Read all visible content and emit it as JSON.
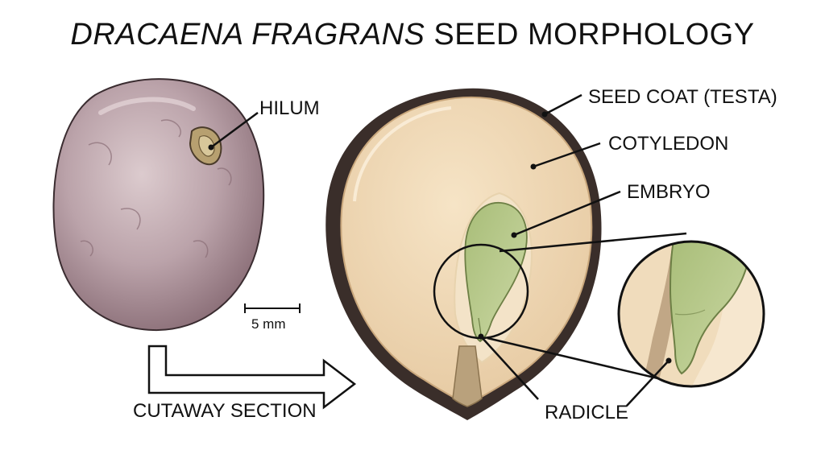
{
  "title": {
    "species": "DRACAENA FRAGRANS",
    "rest": "SEED MORPHOLOGY"
  },
  "labels": {
    "hilum": "HILUM",
    "seed_coat": "SEED COAT (TESTA)",
    "cotyledon": "COTYLEDON",
    "embryo": "EMBRYO",
    "radicle": "RADICLE",
    "cutaway": "CUTAWAY SECTION"
  },
  "scale_bar": {
    "text": "5 mm"
  },
  "colors": {
    "seed_exterior": "#b9a1a8",
    "seed_coat": "#3a2e2a",
    "endosperm": "#efd9b8",
    "embryo": "#b8c98e",
    "stroke": "#111111"
  }
}
